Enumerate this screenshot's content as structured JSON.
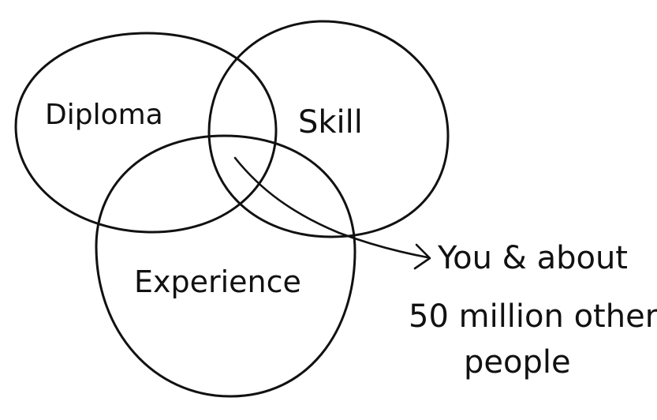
{
  "diagram": {
    "sets": [
      {
        "id": "diploma",
        "label": "Diploma"
      },
      {
        "id": "skill",
        "label": "Skill"
      },
      {
        "id": "experience",
        "label": "Experience"
      }
    ],
    "annotation": {
      "lines": [
        "You & about",
        "50 million other",
        "people"
      ]
    },
    "stroke_color": "#111111",
    "background_color": "#ffffff"
  }
}
